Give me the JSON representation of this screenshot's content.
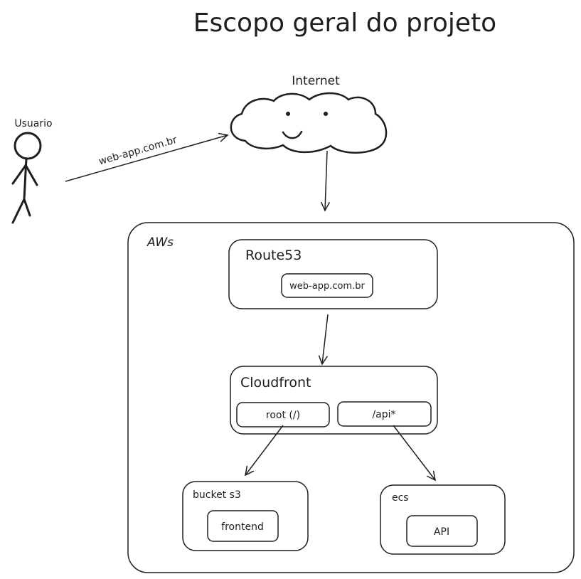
{
  "title": "Escopo geral do projeto",
  "internet_label": "Internet",
  "user_label": "Usuario",
  "user_arrow_label": "web-app.com.br",
  "aws_label": "AWs",
  "route53": {
    "title": "Route53",
    "domain": "web-app.com.br"
  },
  "cloudfront": {
    "title": "Cloudfront",
    "root": "root (/)",
    "api": "/api*"
  },
  "bucket": {
    "title": "bucket s3",
    "item": "frontend"
  },
  "ecs": {
    "title": "ecs",
    "item": "API"
  },
  "colors": {
    "stroke": "#1e1e1e",
    "background": "#ffffff"
  }
}
